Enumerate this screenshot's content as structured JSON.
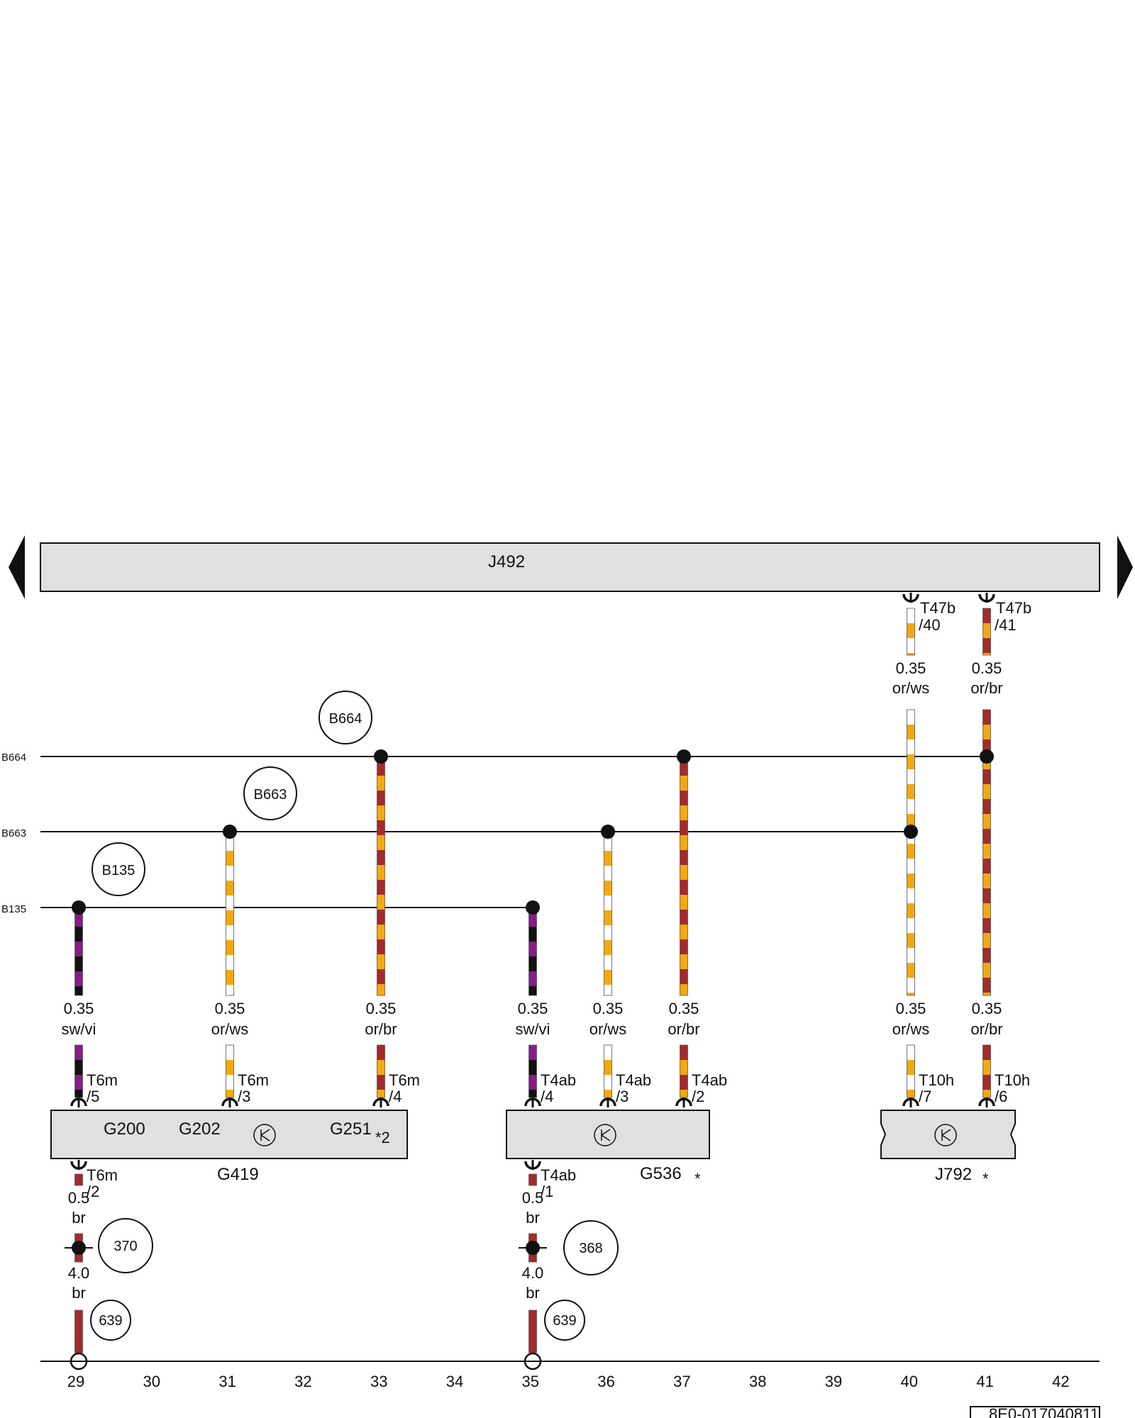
{
  "control_unit": {
    "label": "J492"
  },
  "ground_rail_labels": [
    "B664",
    "B663",
    "B135"
  ],
  "splice_bubbles": [
    {
      "label": "B664"
    },
    {
      "label": "B663"
    },
    {
      "label": "B135"
    }
  ],
  "top_connectors": [
    {
      "pin": "T47b",
      "sub": "/40",
      "gauge": "0.35",
      "color": "or/ws"
    },
    {
      "pin": "T47b",
      "sub": "/41",
      "gauge": "0.35",
      "color": "or/br"
    }
  ],
  "wires": [
    {
      "gauge": "0.35",
      "color": "sw/vi",
      "pin": "T6m",
      "sub": "/5"
    },
    {
      "gauge": "0.35",
      "color": "or/ws",
      "pin": "T6m",
      "sub": "/3"
    },
    {
      "gauge": "0.35",
      "color": "or/br",
      "pin": "T6m",
      "sub": "/4"
    },
    {
      "gauge": "0.35",
      "color": "sw/vi",
      "pin": "T4ab",
      "sub": "/4"
    },
    {
      "gauge": "0.35",
      "color": "or/ws",
      "pin": "T4ab",
      "sub": "/3"
    },
    {
      "gauge": "0.35",
      "color": "or/br",
      "pin": "T4ab",
      "sub": "/2"
    },
    {
      "gauge": "0.35",
      "color": "or/ws",
      "pin": "T10h",
      "sub": "/7"
    },
    {
      "gauge": "0.35",
      "color": "or/br",
      "pin": "T10h",
      "sub": "/6"
    }
  ],
  "components": {
    "g419": {
      "label": "G419",
      "inner": [
        "G200",
        "G202",
        "G251"
      ],
      "note": "*2"
    },
    "g536": {
      "label": "G536",
      "note": "*"
    },
    "j792": {
      "label": "J792",
      "note": "*"
    }
  },
  "ground_branches": [
    {
      "pin": "T6m",
      "sub": "/2",
      "gauge1": "0.5",
      "color1": "br",
      "junction": "370",
      "gauge2": "4.0",
      "color2": "br",
      "ground": "639"
    },
    {
      "pin": "T4ab",
      "sub": "/1",
      "gauge1": "0.5",
      "color1": "br",
      "junction": "368",
      "gauge2": "4.0",
      "color2": "br",
      "ground": "639"
    }
  ],
  "track_numbers": [
    "29",
    "30",
    "31",
    "32",
    "33",
    "34",
    "35",
    "36",
    "37",
    "38",
    "39",
    "40",
    "41",
    "42"
  ],
  "doc_id": "8E0-017040811",
  "colors": {
    "orange": "#f2a90f",
    "brown": "#a52a2a",
    "violet": "#8a1a8a",
    "black": "#111111",
    "white": "#ffffff",
    "box_fill": "#e0e0e0"
  }
}
